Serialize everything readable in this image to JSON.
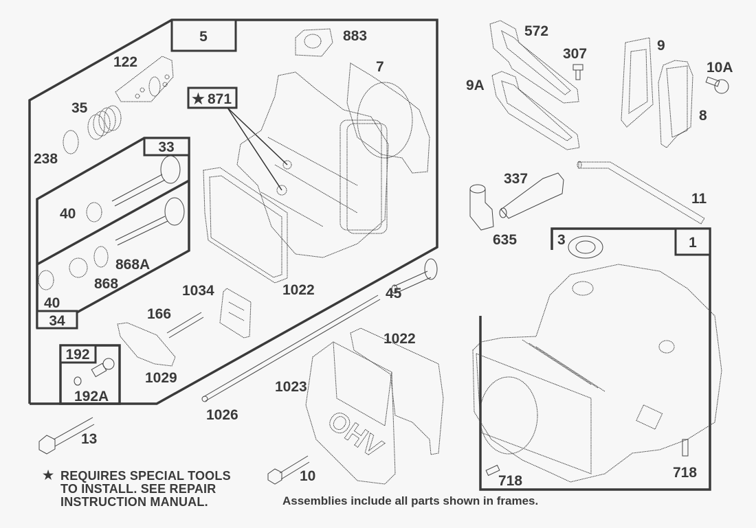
{
  "diagram": {
    "colors": {
      "ink": "#3a3a3a",
      "background": "#f7f7f7"
    },
    "assemblies": {
      "cylinder_head_assembly": "5",
      "intake_valve_assembly": "33",
      "exhaust_valve_assembly": "34",
      "fitting_assembly": "192",
      "cylinder_assembly": "1"
    },
    "special_tool_part": {
      "symbol": "★",
      "number": "871"
    },
    "part_labels": {
      "p122": "122",
      "p35": "35",
      "p238": "238",
      "p40a": "40",
      "p40b": "40",
      "p868A": "868A",
      "p868": "868",
      "p883": "883",
      "p7": "7",
      "p1022a": "1022",
      "p1034": "1034",
      "p166": "166",
      "p1029": "1029",
      "p192A": "192A",
      "p13": "13",
      "p1026": "1026",
      "p1023": "1023",
      "p1022b": "1022",
      "p10": "10",
      "p45": "45",
      "p572": "572",
      "p307": "307",
      "p9A": "9A",
      "p9": "9",
      "p10A": "10A",
      "p8": "8",
      "p337": "337",
      "p635": "635",
      "p11": "11",
      "p3": "3",
      "p718a": "718",
      "p718b": "718"
    },
    "cover_embossing": "OHV",
    "notes": {
      "star": "★",
      "special_tools_line1": "REQUIRES SPECIAL TOOLS",
      "special_tools_line2": "TO INSTALL.  SEE REPAIR",
      "special_tools_line3": "INSTRUCTION MANUAL.",
      "assemblies_footer": "Assemblies include all parts shown in frames."
    }
  }
}
